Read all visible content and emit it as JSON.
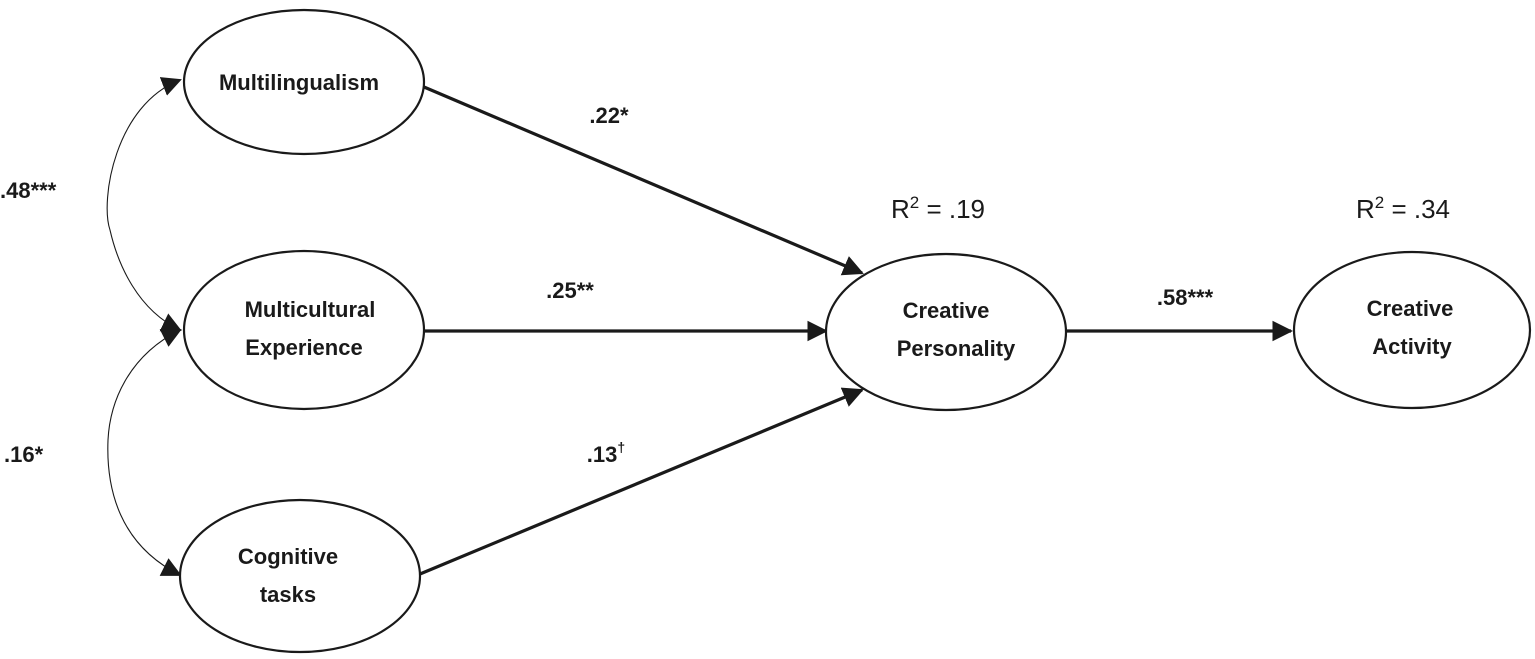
{
  "nodes": {
    "multilingualism": {
      "lines": [
        "Multilingualism"
      ]
    },
    "multicultural": {
      "lines": [
        "Multicultural",
        "Experience"
      ]
    },
    "cognitive": {
      "lines": [
        "Cognitive",
        "tasks"
      ]
    },
    "personality": {
      "lines": [
        "Creative",
        "Personality"
      ],
      "r2": {
        "base": "R",
        "sup": "2",
        "rest": " = .19"
      }
    },
    "activity": {
      "lines": [
        "Creative",
        "Activity"
      ],
      "r2": {
        "base": "R",
        "sup": "2",
        "rest": " = .34"
      }
    }
  },
  "paths": {
    "multilingualism_personality": ".22*",
    "multicultural_personality": ".25**",
    "cognitive_personality": {
      "base": ".13",
      "sup": "†"
    },
    "personality_activity": ".58***"
  },
  "correlations": {
    "multilingualism_multicultural": ".48***",
    "multicultural_cognitive": ".16*"
  }
}
